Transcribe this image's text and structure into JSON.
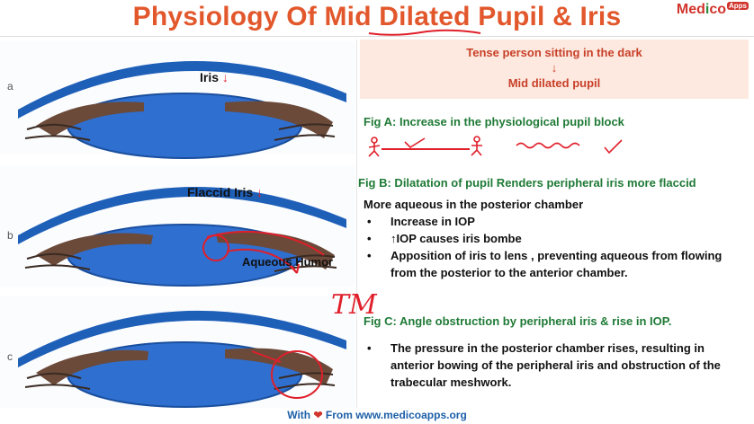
{
  "header": {
    "title_part1": "Physiology Of Mid ",
    "title_highlight": "Dilated",
    "title_part2": " Pupil & Iris",
    "logo_text_a": "Med",
    "logo_text_dot": "i",
    "logo_text_b": "co",
    "logo_badge": "Apps"
  },
  "diagram": {
    "labels": {
      "a": "a",
      "b": "b",
      "c": "c",
      "iris": "Iris",
      "flaccid": "Flaccid Iris",
      "aqueous": "Aqueous Humor",
      "tm": "TM"
    }
  },
  "callout": {
    "line1": "Tense person sitting in the dark",
    "arrow": "↓",
    "line2": "Mid dilated pupil"
  },
  "fig_a": {
    "title": "Fig A: Increase in the physiological pupil block"
  },
  "fig_b": {
    "title": "Fig B: Dilatation of pupil Renders peripheral iris more flaccid",
    "intro": "More aqueous in the posterior chamber",
    "bullets": [
      "Increase in IOP",
      "↑IOP causes iris bombe",
      "Apposition of  iris to lens , preventing aqueous from flowing from the posterior to the anterior chamber."
    ]
  },
  "fig_c": {
    "title": "Fig C: Angle obstruction by peripheral iris & rise in IOP.",
    "bullets": [
      "The pressure in the posterior chamber rises, resulting in anterior bowing of the peripheral iris and obstruction of the trabecular meshwork."
    ]
  },
  "footer": {
    "with": "With",
    "from": "From",
    "url": "www.medicoapps.org"
  },
  "colors": {
    "title": "#e2572b",
    "fig_heading": "#1f7a36",
    "callout_bg": "#fde9df",
    "callout_text": "#c8402a",
    "annotation": "#e01f2a",
    "lens": "#2f6fd0",
    "cornea": "#1e5fb8",
    "iris": "#6b4a3a"
  }
}
